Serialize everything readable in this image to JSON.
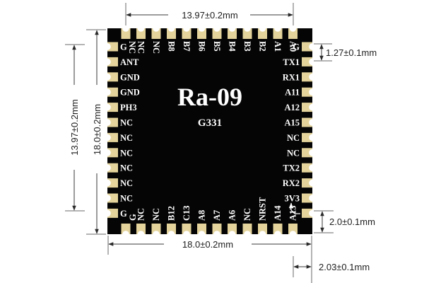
{
  "module": {
    "name": "Ra-09",
    "chip": "G331"
  },
  "colors": {
    "board": "#050505",
    "pad": "#e4d49c",
    "notch": "#ffffff",
    "dimension": "#3a3a3a"
  },
  "pins": {
    "left": [
      "G",
      "ANT",
      "GND",
      "GND",
      "PH3",
      "NC",
      "NC",
      "NC",
      "NC",
      "NC",
      "NC",
      "G"
    ],
    "right": [
      "G",
      "TX1",
      "RX1",
      "A11",
      "A12",
      "A15",
      "NC",
      "NC",
      "TX2",
      "RX2",
      "3V3",
      ""
    ],
    "top": [
      "NC",
      "NC",
      "NC",
      "B8",
      "B7",
      "B6",
      "B5",
      "B4",
      "B3",
      "B2",
      "A1",
      "A0"
    ],
    "bottom": [
      "G",
      "NC",
      "NC",
      "B12",
      "C13",
      "A8",
      "A7",
      "A6",
      "NC",
      "NRST",
      "A14",
      "A13"
    ]
  },
  "dimensions": {
    "top_pin_span": "13.97±0.2mm",
    "left_pin_span": "13.97±0.2mm",
    "height": "18.0±0.2mm",
    "width": "18.0±0.2mm",
    "pitch": "1.27±0.1mm",
    "pad_length": "2.0±0.1mm",
    "edge_offset": "2.03±0.1mm"
  }
}
